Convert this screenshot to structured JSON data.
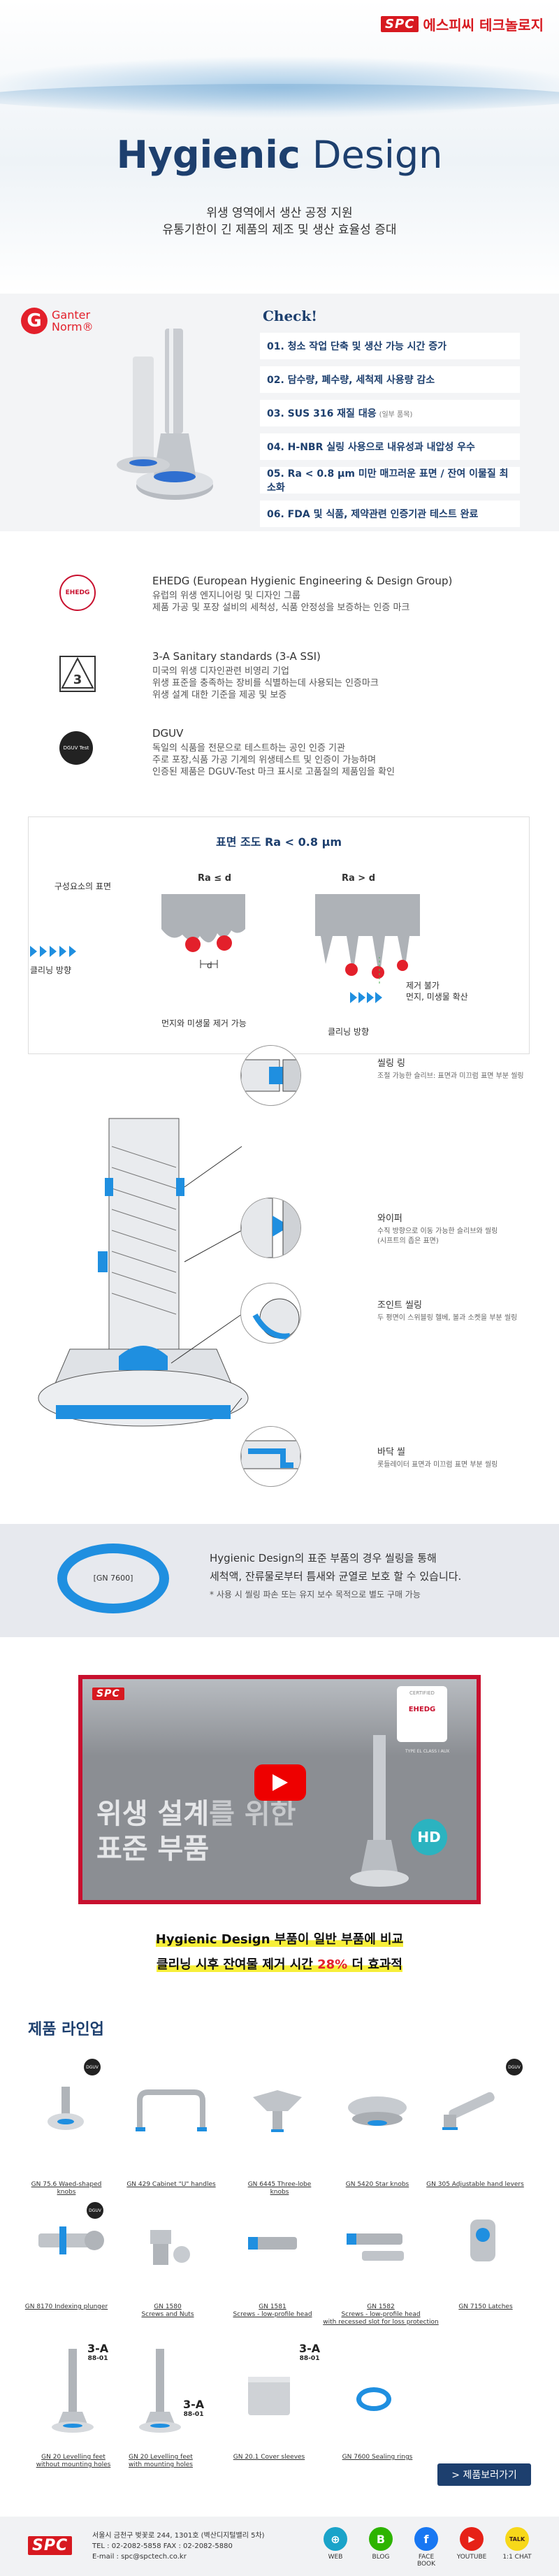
{
  "header": {
    "brand_logo": "SPC",
    "brand_name": "에스피씨 테크놀로지",
    "title_bold": "Hygienic",
    "title_rest": " Design",
    "subtitle_1": "위생 영역에서 생산 공정 지원",
    "subtitle_2": "유통기한이 긴 제품의 제조 및 생산 효율성 증대"
  },
  "check": {
    "ganter_letter": "G",
    "ganter_line1": "Ganter",
    "ganter_line2": "Norm®",
    "title": "Check!",
    "items": [
      {
        "text": "01. 청소 작업 단축 및 생산 가능 시간 증가",
        "note": ""
      },
      {
        "text": "02. 담수량, 폐수량, 세척제 사용량 감소",
        "note": ""
      },
      {
        "text": "03. SUS 316 재질 대응",
        "note": "(일부 품목)"
      },
      {
        "text": "04. H-NBR 실링 사용으로 내유성과 내압성 우수",
        "note": ""
      },
      {
        "text": "05. Ra < 0.8 μm 미만 매끄러운 표면 / 잔여 이물질 최소화",
        "note": ""
      },
      {
        "text": "06. FDA 및 식품, 제약관련 인증기관 테스트 완료",
        "note": ""
      }
    ]
  },
  "certs": [
    {
      "title": "EHEDG (European Hygienic Engineering & Design Group)",
      "desc": [
        "유럽의 위생 엔지니어링 및 디자인 그룹",
        "제품 가공 및 포장 설비의 세척성, 식품 안정성을 보증하는 인증 마크"
      ],
      "icon_text": "EHEDG"
    },
    {
      "title": "3-A Sanitary standards (3-A SSI)",
      "desc": [
        "미국의 위생 디자인관련 비영리 기업",
        "위생 표준을 충족하는 장비를 식별하는데 사용되는 인증마크",
        "위생 설계 대한 기준을 제공 및 보증"
      ],
      "icon_text": "3"
    },
    {
      "title": "DGUV",
      "desc": [
        "독일의 식품을 전문으로 테스트하는 공인 인증 기관",
        "주로 포장,식품 가공 기계의 위생테스트 및 인증이 가능하며",
        "인증된 제품은 DGUV-Test 마크 표시로 고품질의 제품임을 확인"
      ],
      "icon_text": "DGUV Test"
    }
  ],
  "roughness": {
    "title": "표면 조도 Ra < 0.8 μm",
    "left_label": "Ra ≤ d",
    "right_label": "Ra > d",
    "surface_label": "구성요소의 표면",
    "cleaning_left": "클리닝 방향",
    "d_label": "d",
    "removable": "먼지와 미생물 제거 가능",
    "not_removable_1": "제거 불가",
    "not_removable_2": "먼지, 미생물 확산",
    "cleaning_right": "클리닝 방향"
  },
  "annotations": [
    {
      "title": "씰링 링",
      "desc": "조절 가능한 슬리브: 표면과 미끄럼 표면 부분 씰링"
    },
    {
      "title": "와이퍼",
      "desc": "수직 방향으로 이동 가능한 슬리브와 씰링",
      "desc2": "(시프트의 좁은 표면)"
    },
    {
      "title": "조인트 씰링",
      "desc": "두 평면이 스위블링 헬베, 볼과 소켓을 부분 씰링"
    },
    {
      "title": "바닥 씰",
      "desc": "롯들레이터 표면과 미끄럼 표면 부분 씰링"
    }
  ],
  "seal": {
    "ring_label": "[GN 7600]",
    "line1": "Hygienic Design의 표준 부품의 경우 씰링을 통해",
    "line2": "세척액, 잔류물로부터 틈새와 균열로 보호 할 수 있습니다.",
    "note": "* 사용 시 씰링 파손 또는 유지 보수 목적으로 별도 구매 가능"
  },
  "video": {
    "logo": "SPC",
    "headline_1": "위생 설계",
    "headline_1b": "를 위한",
    "headline_2": "표준 부품",
    "badge_top": "CERTIFIED",
    "badge_mid": "EHEDG",
    "badge_hd": "HD",
    "badge_3a": "TYPE EL CLASS I AUX"
  },
  "highlight": {
    "line1": "Hygienic Design 부품이 일반 부품에 비교",
    "line2_a": "클리닝 시후 잔여물 제거 시간 ",
    "line2_b": "28%",
    "line2_c": " 더 효과적"
  },
  "products": {
    "section_title": "제품 라인업",
    "items": [
      {
        "label": [
          "GN 75.6 Waed-shaped knobs"
        ]
      },
      {
        "label": [
          "GN 429 Cabinet \"U\" handles"
        ]
      },
      {
        "label": [
          "GN 6445 Three-lobe knobs"
        ]
      },
      {
        "label": [
          "GN 5420 Star knobs"
        ]
      },
      {
        "label": [
          "GN 305 Adjustable hand levers"
        ]
      },
      {
        "label": [
          "GN 8170 Indexing plunger"
        ]
      },
      {
        "label": [
          "GN 1580",
          "Screws and Nuts"
        ]
      },
      {
        "label": [
          "GN 1581",
          "Screws - low-profile head"
        ]
      },
      {
        "label": [
          "GN 1582",
          "Screws - low-profile head",
          "with recessed slot for loss protection"
        ]
      },
      {
        "label": [
          "GN 7150 Latches"
        ]
      },
      {
        "label": [
          "GN 20 Levelling feet",
          "without mounting holes"
        ]
      },
      {
        "label": [
          "GN 20 Levelling feet",
          "with mounting holes"
        ]
      },
      {
        "label": [
          "GN 20.1 Cover sleeves"
        ]
      },
      {
        "label": [
          "GN 7600 Sealing rings"
        ]
      }
    ],
    "badge_text": "3-A",
    "badge_num": "88-01",
    "new_badge": "DGUV",
    "more_button": "> 제품보러가기"
  },
  "footer": {
    "logo": "SPC",
    "address": "서울시 금천구 벚꽃로 244, 1301호 (벽산디지털밸리 5차)",
    "tel": "TEL : 02-2082-5858    FAX : 02-2082-5880",
    "email": "E-mail : spc@spctech.co.kr",
    "social": [
      {
        "label": "WEB",
        "glyph": "⊕",
        "color": "#1aa3c9"
      },
      {
        "label": "BLOG",
        "glyph": "B",
        "color": "#2db400"
      },
      {
        "label": "FACE BOOK",
        "glyph": "f",
        "color": "#1877f2"
      },
      {
        "label": "YOUTUBE",
        "glyph": "▶",
        "color": "#e62117"
      },
      {
        "label": "1:1 CHAT",
        "glyph": "TALK",
        "color": "#f7d81a"
      }
    ]
  },
  "colors": {
    "brand_red": "#d71920",
    "navy": "#1d3f6e",
    "blue": "#1f8fe0"
  }
}
